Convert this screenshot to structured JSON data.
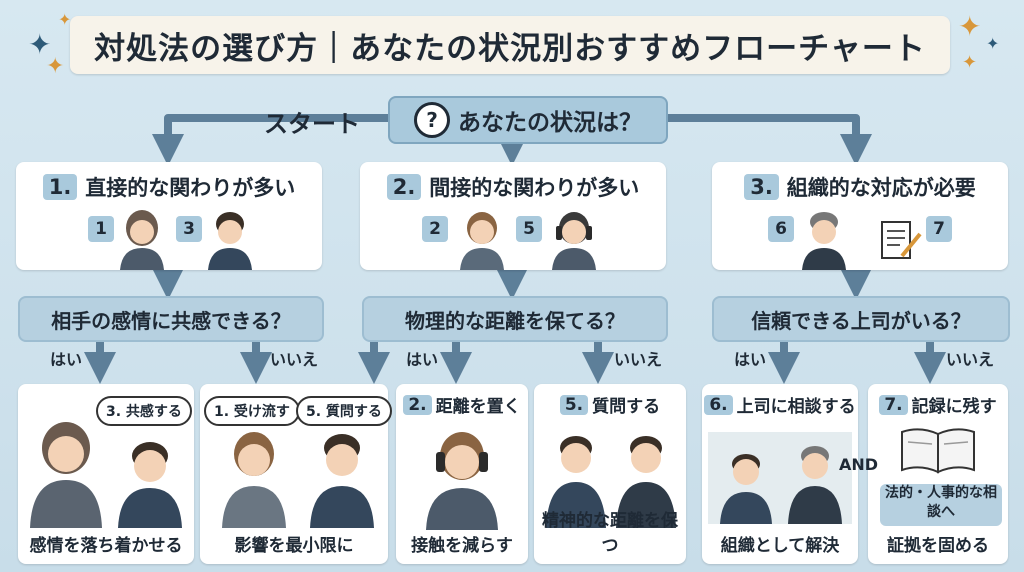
{
  "title": "対処法の選び方｜あなたの状況別おすすめフローチャート",
  "start_label": "スタート",
  "question_main": "あなたの状況は？",
  "question_icon": "question-circle-icon",
  "categories": [
    {
      "num": "1.",
      "label": "直接的な関わりが多い",
      "badges": [
        "1",
        "3"
      ]
    },
    {
      "num": "2.",
      "label": "間接的な関わりが多い",
      "badges": [
        "2",
        "5"
      ]
    },
    {
      "num": "3.",
      "label": "組織的な対応が必要",
      "badges": [
        "6",
        "7"
      ]
    }
  ],
  "questions": [
    "相手の感情に共感できる？",
    "物理的な距離を保てる？",
    "信頼できる上司がいる？"
  ],
  "yes": "はい",
  "no": "いいえ",
  "results": [
    {
      "bubble": "3. 共感する",
      "foot": "感情を落ち着かせる"
    },
    {
      "bubble_a": "1. 受け流す",
      "bubble_b": "5. 質問する",
      "foot": "影響を最小限に"
    },
    {
      "num": "2.",
      "label": "距離を置く",
      "foot": "接触を減らす"
    },
    {
      "num": "5.",
      "label": "質問する",
      "foot": "精神的な距離を保つ"
    },
    {
      "num": "6.",
      "label": "上司に相談する",
      "foot": "組織として解決"
    },
    {
      "num": "7.",
      "label": "記録に残す",
      "foot": "証拠を固める"
    }
  ],
  "and_label": "AND",
  "legal_box": "法的・人事的な相談へ",
  "colors": {
    "background": "#cfe3ee",
    "box": "#a9c9dc",
    "arrow": "#5d7f99",
    "accent": "#d8973a"
  }
}
